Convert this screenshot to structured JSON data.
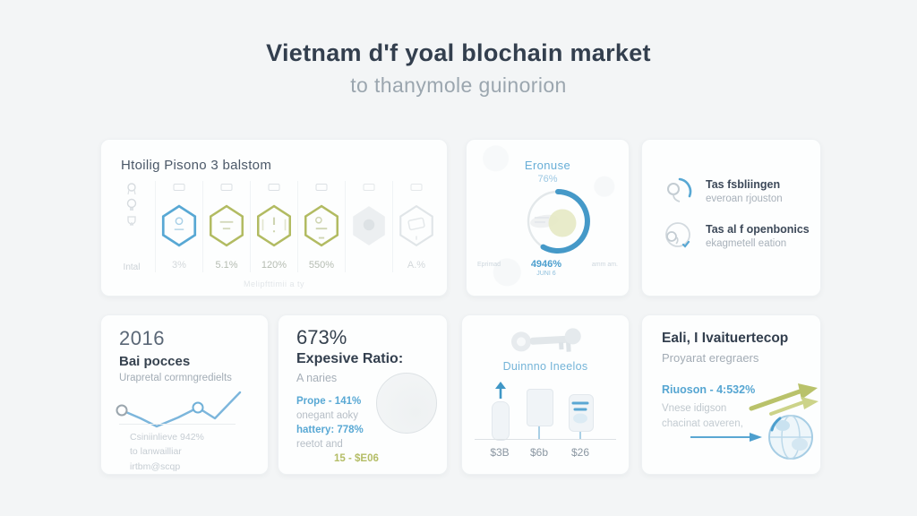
{
  "header": {
    "title": "Vietnam d'f yoal blochain market",
    "subtitle": "to thanymole guinorion"
  },
  "milestones_card": {
    "title": "Htoilig Pisono 3 balstom",
    "columns": [
      {
        "label": "Intal"
      },
      {
        "value": "3%"
      },
      {
        "value": "5.1%"
      },
      {
        "value": "120%"
      },
      {
        "value": "550%"
      },
      {
        "value": ""
      },
      {
        "value": "A.%"
      }
    ],
    "footnote": "Melipfttimii a ty"
  },
  "donut_card": {
    "title": "Eronuse",
    "percent": "76%",
    "center_value": "4946%",
    "center_sub": "JUNI 6",
    "left_label": "Eprimad",
    "right_label": "amm am."
  },
  "stats_card": {
    "items": [
      {
        "title": "Tas fsbliingen",
        "subtitle": "everoan rjouston"
      },
      {
        "title": "Tas al f openbonics",
        "subtitle": "ekagmetell eation"
      }
    ]
  },
  "year_card": {
    "year": "2016",
    "title": "Bai pocces",
    "subtitle": "Urapretal cormngredielts",
    "notes": [
      "Csiniinlieve 942%",
      "to lanwailliar",
      "irtbm@scqp"
    ]
  },
  "ratio_card": {
    "value": "673%",
    "title": "Expesive Ratio:",
    "subtitle": "A naries",
    "lines": [
      {
        "text": "Prope - 141%"
      },
      {
        "text": "onegant aoky"
      },
      {
        "text": "hattery: 778%"
      },
      {
        "text": "reetot and"
      },
      {
        "text": "15 - $E06"
      }
    ]
  },
  "bars_card": {
    "title": "Duinnno Ineelos",
    "values": [
      "$3B",
      "$6b",
      "$26"
    ]
  },
  "growth_card": {
    "title": "Eali, I Ivaituertecop",
    "subtitle": "Proyarat eregraers",
    "highlight": "Riuoson - 4:532%",
    "line1": "Vnese idigson",
    "line2": "chacinat oaveren,"
  },
  "colors": {
    "accent_blue": "#54a4d2",
    "accent_olive": "#b2bb62",
    "text_dark": "#36424f",
    "text_gray": "#a3adb6",
    "text_faint": "#ccd3d8",
    "card_bg": "#fdfefe",
    "page_bg": "#f3f5f6"
  },
  "chart_data": [
    {
      "type": "pie",
      "title": "Eronuse",
      "header_percent": "76%",
      "center_label": "4946%",
      "center_sub": "JUNI 6",
      "labels": [
        "highlighted arc",
        "remainder ring"
      ],
      "values": [
        58,
        42
      ],
      "note": "donut; blue arc starts at 12 o'clock and sweeps ~210° clockwise; pale olive disc offset right of center"
    },
    {
      "type": "bar",
      "title": "Duinnno Ineelos",
      "categories": [
        "$3B",
        "$6b",
        "$26"
      ],
      "values": [
        42,
        56,
        50
      ],
      "note": "relative bar heights (px); printed labels are the dollar values below the baseline; first bar topped by a blue up-arrow"
    },
    {
      "type": "line",
      "title": "Bai pocces sparkline",
      "x": [
        0,
        1,
        2,
        3,
        4,
        5,
        6
      ],
      "values": [
        27,
        18,
        9,
        19,
        30,
        18,
        47
      ],
      "note": "estimated relative heights; ring markers at points 0 (gray) and 4 (blue); strong rise at the end"
    },
    {
      "type": "table",
      "title": "Htoilig Pisono 3 balstom",
      "categories": [
        "Intal",
        "hex-blue",
        "hex-olive-1",
        "hex-olive-2",
        "hex-olive-3",
        "hex-gray",
        "hex-faint"
      ],
      "values_text": [
        "",
        "3%",
        "5.1%",
        "120%",
        "550%",
        "",
        "A.%"
      ]
    }
  ]
}
